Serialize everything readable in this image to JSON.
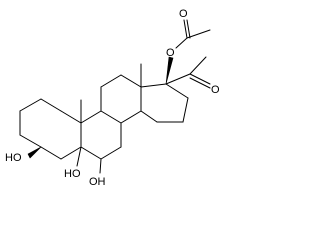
{
  "molecule": {
    "atoms": {
      "ester_oxygen": "O",
      "ester_carbonyl_oxygen": "O",
      "ketone_oxygen": "O",
      "c3_hydroxyl": "HO",
      "c5_hydroxyl": "HO",
      "c6_hydroxyl": "OH"
    }
  }
}
